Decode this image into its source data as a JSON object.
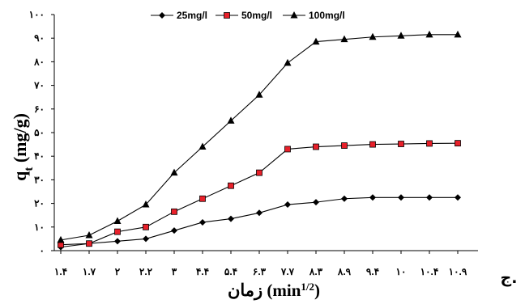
{
  "chart_data": {
    "type": "line",
    "panel_label": "ج.",
    "xlabel_prefix": "زمان ",
    "xlabel_unit": "(min",
    "xlabel_exp": "1/2",
    "xlabel_close": ")",
    "ylabel_main": "q",
    "ylabel_sub": "t",
    "ylabel_unit": " (mg/g)",
    "ylim": [
      0,
      100
    ],
    "y_ticks": [
      "۰",
      "۱۰",
      "۲۰",
      "۳۰",
      "۴۰",
      "۵۰",
      "۶۰",
      "۷۰",
      "۸۰",
      "۹۰",
      "۱۰۰"
    ],
    "x_ticks": [
      "۱.۴",
      "۱.۷",
      "۲",
      "۲.۲",
      "۳",
      "۴.۴",
      "۵.۴",
      "۶.۳",
      "۷.۷",
      "۸.۳",
      "۸.۹",
      "۹.۴",
      "۱۰",
      "۱۰.۴",
      "۱۰.۹"
    ],
    "legend_position": "top",
    "series": [
      {
        "name": "25mg/l",
        "marker": "diamond",
        "color": "#000000",
        "values": [
          1.5,
          3,
          4,
          5,
          8.5,
          12,
          13.5,
          16,
          19.5,
          20.5,
          22,
          22.5,
          22.5,
          22.5,
          22.5
        ]
      },
      {
        "name": "50mg/l",
        "marker": "square",
        "color": "#e8202a",
        "values": [
          2.5,
          3,
          8,
          10,
          16.5,
          22,
          27.5,
          33,
          43,
          44,
          44.5,
          45,
          45.2,
          45.4,
          45.5
        ]
      },
      {
        "name": "100mg/l",
        "marker": "triangle",
        "color": "#000000",
        "values": [
          4.5,
          6.5,
          12.5,
          19.5,
          33,
          44,
          55,
          66,
          79.5,
          88.5,
          89.5,
          90.5,
          91,
          91.5,
          91.5
        ]
      }
    ]
  }
}
